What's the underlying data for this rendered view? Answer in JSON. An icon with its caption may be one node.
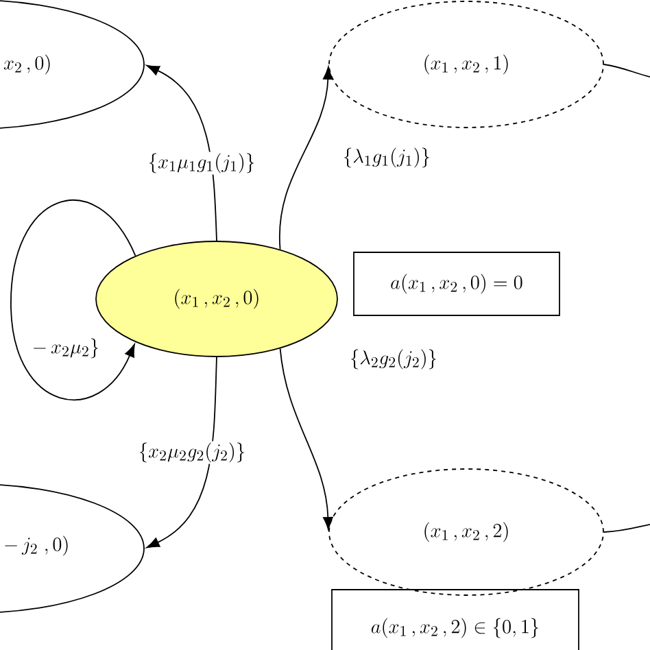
{
  "diagram": {
    "nodes": [
      {
        "text": [
          "x_2\\,,0)"
        ]
      },
      {
        "text": [
          "(x_1\\,,x_2\\,,1)"
        ]
      },
      {
        "text": [
          "(x_1\\,,x_2\\,,0)"
        ]
      },
      {
        "text": [
          "a(x_1\\,,x_2\\,,0)=0"
        ]
      },
      {
        "text": [
          "-\\,j_2\\;,0)"
        ]
      },
      {
        "text": [
          "(x_1\\,,x_2\\,,2)"
        ]
      },
      {
        "text": [
          "a(x_1\\,,x_2\\,,2)\\in\\{0,1\\}"
        ]
      }
    ],
    "edges": [
      {
        "from": 2,
        "to": 0,
        "arrow": "to",
        "label": "\\{x_1\\mu_1 g_1(j_1)\\}"
      },
      {
        "from": 2,
        "to": 1,
        "arrow": "to",
        "label": "\\{\\lambda_1 g_1(j_1)\\}"
      },
      {
        "from": 2,
        "to": 2,
        "arrow": "to",
        "label": "-\\,x_2\\mu_2\\}"
      },
      {
        "from": 2,
        "to": 5,
        "arrow": "to",
        "label": "\\{\\lambda_2 g_2(j_2)\\}"
      },
      {
        "from": 2,
        "to": 4,
        "arrow": "to",
        "label": "\\{x_2\\mu_2 g_2(j_2)\\}"
      },
      {
        "from": 1,
        "to": null,
        "arrow": "none"
      },
      {
        "from": 5,
        "to": null,
        "arrow": "none"
      }
    ]
  }
}
